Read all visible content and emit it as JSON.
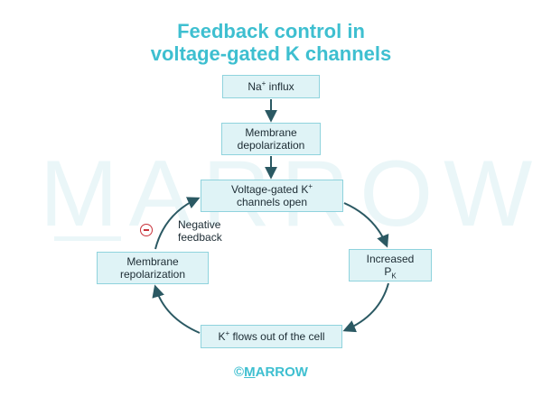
{
  "title": {
    "line1": "Feedback control in",
    "line2": "voltage-gated K channels"
  },
  "watermark": "MARROW",
  "nodes": {
    "na_influx": {
      "pre": "Na",
      "sup": "+",
      "post": " influx"
    },
    "depolarization": {
      "line1": "Membrane",
      "line2": "depolarization"
    },
    "vgk_open": {
      "line1_pre": "Voltage-gated K",
      "line1_sup": "+",
      "line2": "channels open"
    },
    "increased_pk": {
      "line1": "Increased",
      "line2_main": "P",
      "line2_sub": "K"
    },
    "k_flows_out": {
      "pre": "K",
      "sup": "+",
      "post": " flows out of the cell"
    },
    "repolarization": {
      "line1": "Membrane",
      "line2": "repolarization"
    }
  },
  "negative_feedback": {
    "line1": "Negative",
    "line2": "feedback",
    "icon": "minus-circle-icon",
    "icon_color": "#c8323a"
  },
  "footer": {
    "symbol": "©",
    "brand_first": "M",
    "brand_rest": "ARROW"
  },
  "colors": {
    "accent": "#3ebfd0",
    "box_fill": "#dff3f6",
    "box_border": "#8fd3dd",
    "arrow": "#2b5963",
    "text": "#1c2b33"
  }
}
